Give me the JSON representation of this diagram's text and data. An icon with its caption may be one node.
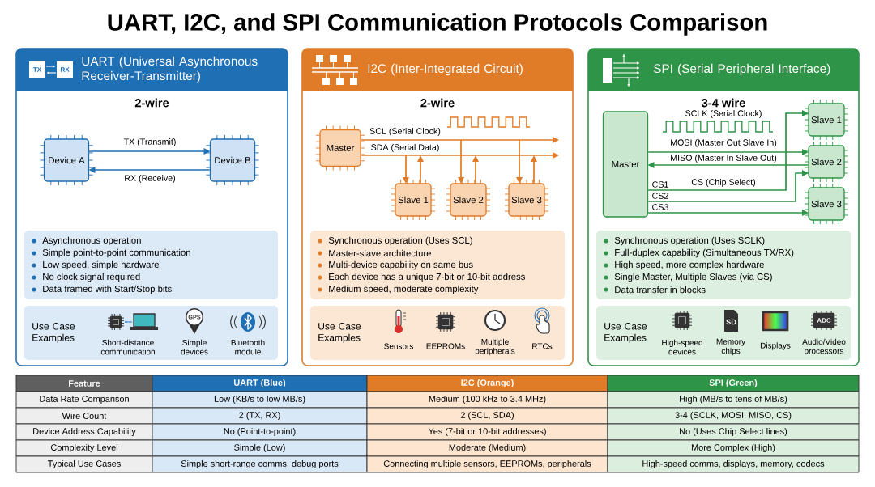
{
  "diagram": {
    "title": "UART, I2C, and SPI Communication Protocols Comparison",
    "nodes": [
      {
        "text": [
          "UART (Universal Asynchronous Receiver-Transmitter)",
          "2-wire"
        ]
      },
      {
        "text": [
          "Device A"
        ],
        "in": 0
      },
      {
        "text": [
          "Device B"
        ],
        "in": 0
      },
      {
        "text": [
          "Asynchronous operation",
          "Simple point-to-point communication",
          "Low speed, simple hardware",
          "No clock signal required",
          "Data framed with Start/Stop bits"
        ],
        "in": 0
      },
      {
        "text": [
          "Use Case Examples",
          "Short-distance communication",
          "Simple devices",
          "Bluetooth module"
        ],
        "in": 0
      },
      {
        "text": [
          "I2C (Inter-Integrated Circuit)",
          "2-wire"
        ]
      },
      {
        "text": [
          "Master"
        ],
        "in": 5
      },
      {
        "text": [
          "Slave 1"
        ],
        "in": 5
      },
      {
        "text": [
          "Slave 2"
        ],
        "in": 5
      },
      {
        "text": [
          "Slave 3"
        ],
        "in": 5
      },
      {
        "text": [
          "Synchronous operation (Uses SCL)",
          "Master-slave architecture",
          "Multi-device capability on same bus",
          "Each device has a unique 7-bit or 10-bit address",
          "Medium speed, moderate complexity"
        ],
        "in": 5
      },
      {
        "text": [
          "Use Case Examples",
          "Sensors",
          "EEPROMs",
          "Multiple peripherals",
          "RTCs"
        ],
        "in": 5
      },
      {
        "text": [
          "SPI (Serial Peripheral Interface)",
          "3-4 wire"
        ]
      },
      {
        "text": [
          "Master"
        ],
        "in": 12
      },
      {
        "text": [
          "Slave 1"
        ],
        "in": 12
      },
      {
        "text": [
          "Slave 2"
        ],
        "in": 12
      },
      {
        "text": [
          "Slave 3"
        ],
        "in": 12
      },
      {
        "text": [
          "Synchronous operation (Uses SCLK)",
          "Full-duplex capability (Simultaneous TX/RX)",
          "High speed, more complex hardware",
          "Single Master, Multiple Slaves (via CS)",
          "Data transfer in blocks"
        ],
        "in": 12
      },
      {
        "text": [
          "Use Case Examples",
          "High-speed devices",
          "Memory chips",
          "Displays",
          "Audio/Video processors"
        ],
        "in": 12
      }
    ],
    "edges": [
      {
        "from": 1,
        "to": 2,
        "arrow": "to",
        "label": "TX (Transmit)",
        "color": "#1f6fb5"
      },
      {
        "from": 2,
        "to": 1,
        "arrow": "to",
        "label": "RX (Receive)",
        "color": "#1f6fb5"
      },
      {
        "from": 6,
        "to": null,
        "arrow": "to",
        "label": "SCL (Serial Clock)",
        "color": "#e07b27"
      },
      {
        "from": 6,
        "to": null,
        "arrow": "to",
        "label": "SDA (Serial Data)",
        "color": "#e07b27"
      },
      {
        "from": null,
        "to": 7,
        "arrow": "to",
        "color": "#e07b27"
      },
      {
        "from": 7,
        "to": null,
        "arrow": "to",
        "color": "#e07b27"
      },
      {
        "from": null,
        "to": 8,
        "arrow": "to",
        "color": "#e07b27"
      },
      {
        "from": 8,
        "to": null,
        "arrow": "to",
        "color": "#e07b27"
      },
      {
        "from": null,
        "to": 9,
        "arrow": "to",
        "color": "#e07b27"
      },
      {
        "from": 9,
        "to": null,
        "arrow": "to",
        "color": "#e07b27"
      },
      {
        "from": 13,
        "to": 15,
        "arrow": "to",
        "label": "MOSI (Master Out Slave In)",
        "color": "#2e9447"
      },
      {
        "from": 15,
        "to": 13,
        "arrow": "to",
        "label": "MISO (Master In Slave Out)",
        "color": "#2e9447"
      },
      {
        "from": 13,
        "to": 14,
        "arrow": "to",
        "label": "CS1",
        "color": "#2e9447"
      },
      {
        "from": 13,
        "to": 15,
        "arrow": "to",
        "label": "CS2",
        "color": "#2e9447"
      },
      {
        "from": 13,
        "to": 16,
        "arrow": "to",
        "label": "CS3",
        "color": "#2e9447"
      }
    ],
    "labels": [
      "TX",
      "RX",
      "GPS",
      "SCLK (Serial Clock)",
      "CS (Chip Select)",
      "SD",
      "ADC",
      "Feature",
      "UART (Blue)",
      "I2C (Orange)",
      "SPI (Green)",
      "Data Rate Comparison",
      "Low (KB/s to low MB/s)",
      "Medium (100 kHz to 3.4 MHz)",
      "High (MB/s to tens of MB/s)",
      "Wire Count",
      "2 (TX, RX)",
      "2 (SCL, SDA)",
      "3-4 (SCLK, MOSI, MISO, CS)",
      "Device Address Capability",
      "No (Point-to-point)",
      "Yes (7-bit or 10-bit addresses)",
      "No (Uses Chip Select lines)",
      "Complexity Level",
      "Simple (Low)",
      "Moderate (Medium)",
      "More Complex (High)",
      "Typical Use Cases",
      "Simple short-range comms, debug ports",
      "Connecting multiple sensors, EEPROMs, peripherals",
      "High-speed comms, displays, memory, codecs"
    ]
  }
}
